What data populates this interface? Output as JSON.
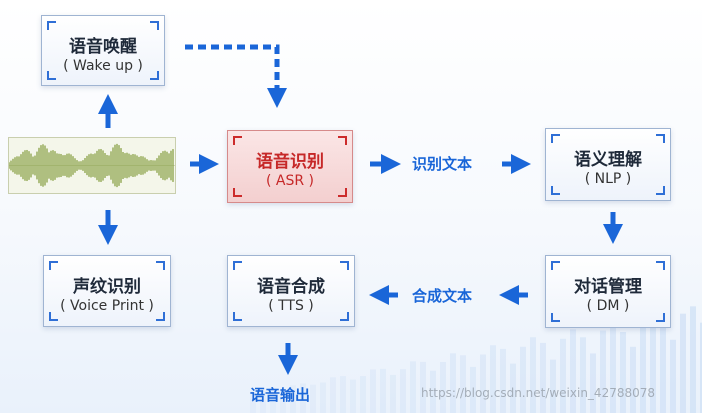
{
  "colors": {
    "accent": "#1a66d8",
    "highlight": "#c62828"
  },
  "nodes": {
    "wake": {
      "title": "语音唤醒",
      "sub": "( Wake up )"
    },
    "asr": {
      "title": "语音识别",
      "sub": "( ASR )"
    },
    "nlp": {
      "title": "语义理解",
      "sub": "( NLP )"
    },
    "voiceprint": {
      "title": "声纹识别",
      "sub": "( Voice Print )"
    },
    "tts": {
      "title": "语音合成",
      "sub": "( TTS )"
    },
    "dm": {
      "title": "对话管理",
      "sub": "( DM )"
    }
  },
  "labels": {
    "recognized_text": "识别文本",
    "synthesized_text": "合成文本",
    "voice_output": "语音输出"
  },
  "watermark": "https://blog.csdn.net/weixin_42788078"
}
